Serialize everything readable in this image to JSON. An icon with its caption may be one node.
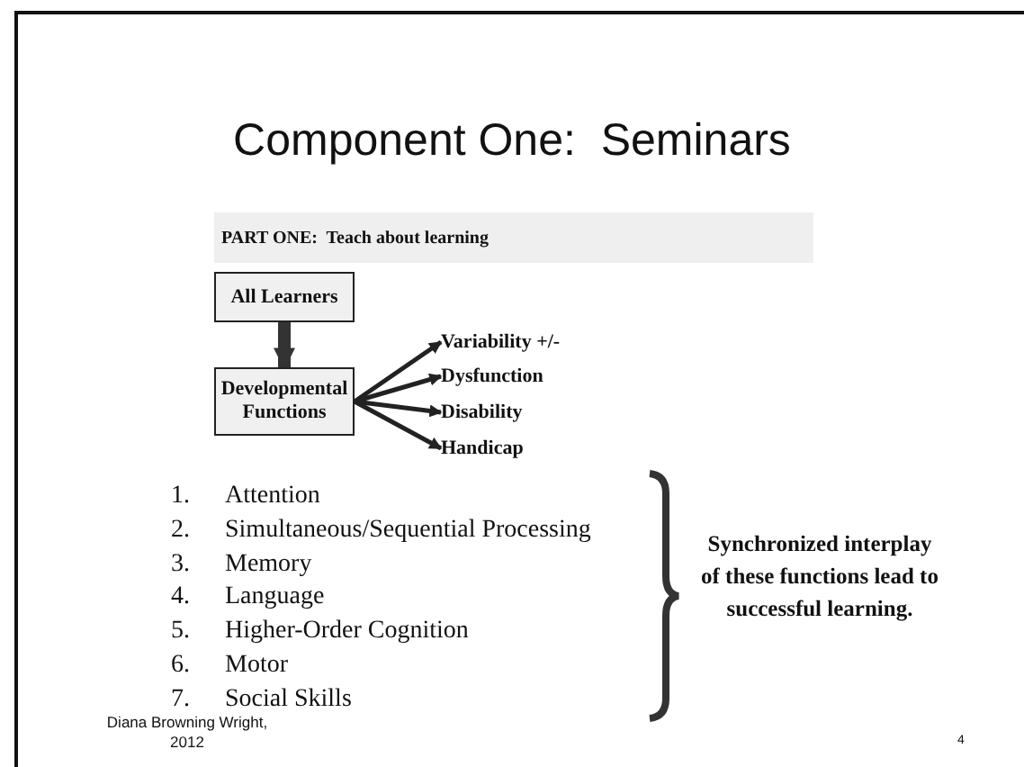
{
  "diagram": {
    "title": "Component One:  Seminars",
    "nodes": [
      {
        "text": [
          "PART ONE:  Teach about learning"
        ]
      },
      {
        "text": [
          "All Learners"
        ]
      },
      {
        "text": [
          "Developmental Functions"
        ]
      },
      {
        "text": [
          "Variability +/-"
        ]
      },
      {
        "text": [
          "Dysfunction"
        ]
      },
      {
        "text": [
          "Disability"
        ]
      },
      {
        "text": [
          "Handicap"
        ]
      }
    ],
    "edges": [
      {
        "from": 1,
        "to": 2,
        "arrow": "to",
        "style": "thick"
      },
      {
        "from": 2,
        "to": 3,
        "arrow": "to"
      },
      {
        "from": 2,
        "to": 4,
        "arrow": "to"
      },
      {
        "from": 2,
        "to": 5,
        "arrow": "to"
      },
      {
        "from": 2,
        "to": 6,
        "arrow": "to"
      }
    ],
    "labels": [
      "1.",
      "Attention",
      "2.",
      "Simultaneous/Sequential Processing",
      "3.",
      "Memory",
      "4.",
      "Language",
      "5.",
      "Higher-Order Cognition",
      "6.",
      "Motor",
      "7.",
      "Social Skills",
      "Synchronized interplay of these functions lead to successful learning.",
      "Diana Browning Wright, 2012",
      "4"
    ]
  }
}
